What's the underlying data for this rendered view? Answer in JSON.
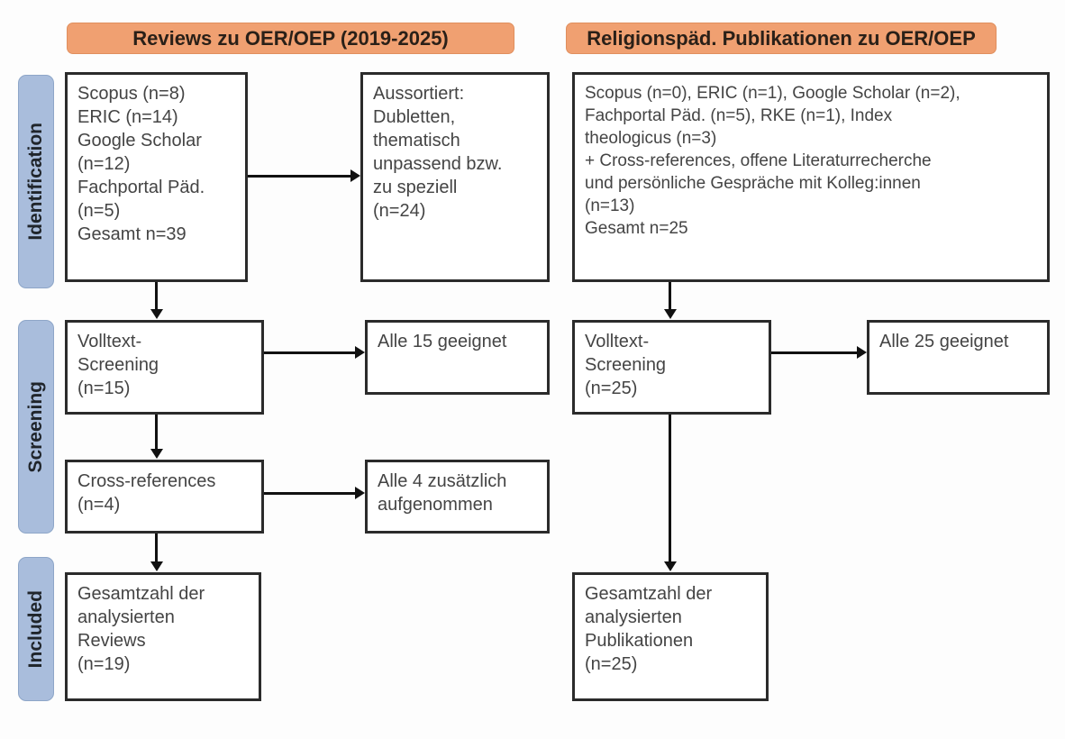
{
  "diagram": {
    "type": "prisma-flow-diagram",
    "stages": [
      {
        "id": "identification",
        "label": "Identification"
      },
      {
        "id": "screening",
        "label": "Screening"
      },
      {
        "id": "included",
        "label": "Included"
      }
    ],
    "columns": [
      {
        "id": "reviews",
        "banner": "Reviews zu OER/OEP (2019-2025)"
      },
      {
        "id": "religionspaed",
        "banner": "Religionspäd. Publikationen zu OER/OEP"
      }
    ],
    "colors": {
      "banner_fill": "#f0a071",
      "banner_border": "#e08f5e",
      "stage_fill": "#a9bddc",
      "stage_border": "#8ea6c8",
      "box_border": "#2b2b2b",
      "box_fill": "#ffffff",
      "text": "#444444",
      "connector": "#111111"
    },
    "boxes": {
      "left_sources": {
        "lines": [
          "Scopus (n=8)",
          "ERIC (n=14)",
          "Google Scholar",
          "(n=12)",
          "Fachportal Päd.",
          "(n=5)",
          "Gesamt n=39"
        ]
      },
      "left_excluded": {
        "lines": [
          "Aussortiert:",
          "Dubletten,",
          "thematisch",
          "unpassend bzw.",
          "zu speziell",
          "(n=24)"
        ]
      },
      "left_fulltext": {
        "lines": [
          "Volltext-",
          "Screening",
          "(n=15)"
        ]
      },
      "left_fulltext_result": {
        "lines": [
          "Alle 15 geeignet"
        ]
      },
      "left_crossrefs": {
        "lines": [
          "Cross-references",
          "(n=4)"
        ]
      },
      "left_crossrefs_result": {
        "lines": [
          "Alle 4 zusätzlich",
          "aufgenommen"
        ]
      },
      "left_included": {
        "lines": [
          "Gesamtzahl der",
          "analysierten",
          "Reviews",
          "(n=19)"
        ]
      },
      "right_sources": {
        "lines": [
          "Scopus (n=0), ERIC (n=1), Google Scholar (n=2),",
          "Fachportal Päd. (n=5), RKE (n=1), Index",
          "theologicus (n=3)",
          "+ Cross-references, offene Literaturrecherche",
          "und persönliche Gespräche mit Kolleg:innen",
          "(n=13)",
          "Gesamt n=25"
        ]
      },
      "right_fulltext": {
        "lines": [
          "Volltext-",
          "Screening",
          "(n=25)"
        ]
      },
      "right_fulltext_result": {
        "lines": [
          "Alle 25 geeignet"
        ]
      },
      "right_included": {
        "lines": [
          "Gesamtzahl der",
          "analysierten",
          "Publikationen",
          "(n=25)"
        ]
      }
    }
  }
}
